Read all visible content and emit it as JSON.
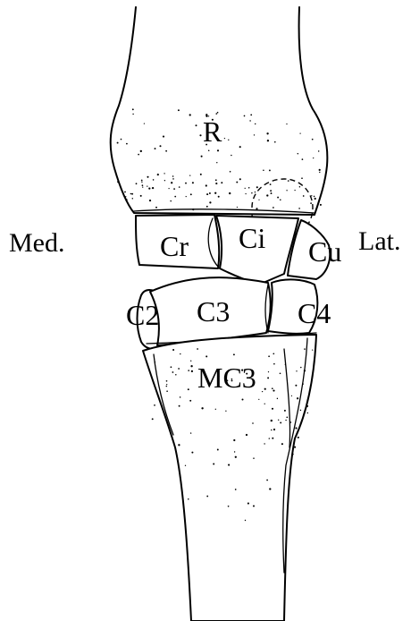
{
  "figure": {
    "labels": {
      "radius": "R",
      "medial": "Med.",
      "lateral": "Lat.",
      "radial_carpal": "Cr",
      "intermediate_carpal": "Ci",
      "ulnar_carpal": "Cu",
      "second_carpal": "C2",
      "third_carpal": "C3",
      "fourth_carpal": "C4",
      "third_metacarpal": "MC3"
    },
    "colors": {
      "line": "#000000",
      "background": "#ffffff"
    }
  }
}
